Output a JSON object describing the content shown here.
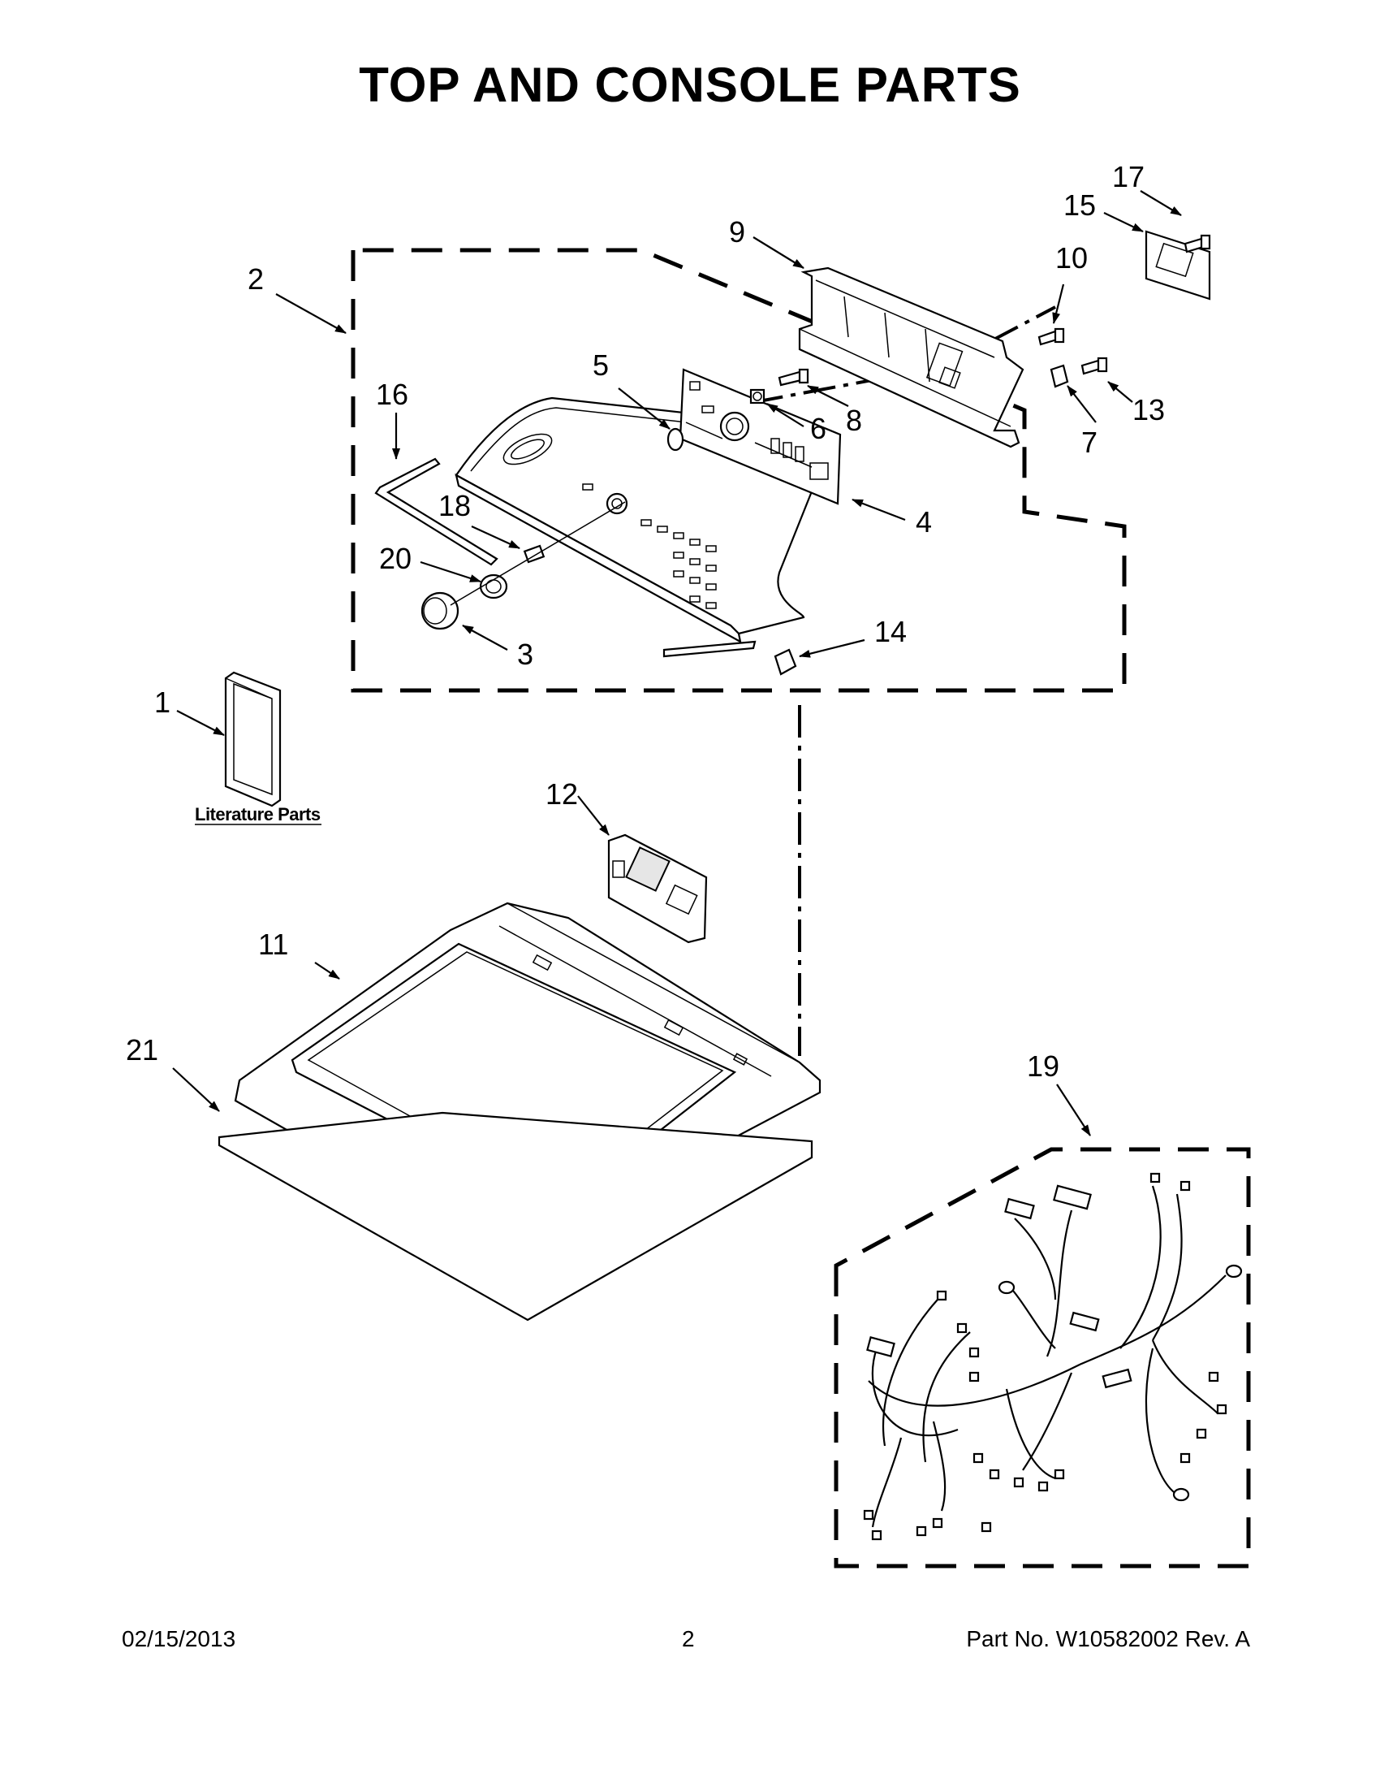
{
  "title": "TOP AND CONSOLE PARTS",
  "literature_label": "Literature Parts",
  "callouts": {
    "c1": "1",
    "c2": "2",
    "c3": "3",
    "c4": "4",
    "c5": "5",
    "c6": "6",
    "c7": "7",
    "c8": "8",
    "c9": "9",
    "c10": "10",
    "c11": "11",
    "c12": "12",
    "c13": "13",
    "c14": "14",
    "c15": "15",
    "c16": "16",
    "c17": "17",
    "c18": "18",
    "c19": "19",
    "c20": "20",
    "c21": "21"
  },
  "footer": {
    "date": "02/15/2013",
    "page": "2",
    "part_number": "Part No.  W10582002  Rev.  A"
  }
}
